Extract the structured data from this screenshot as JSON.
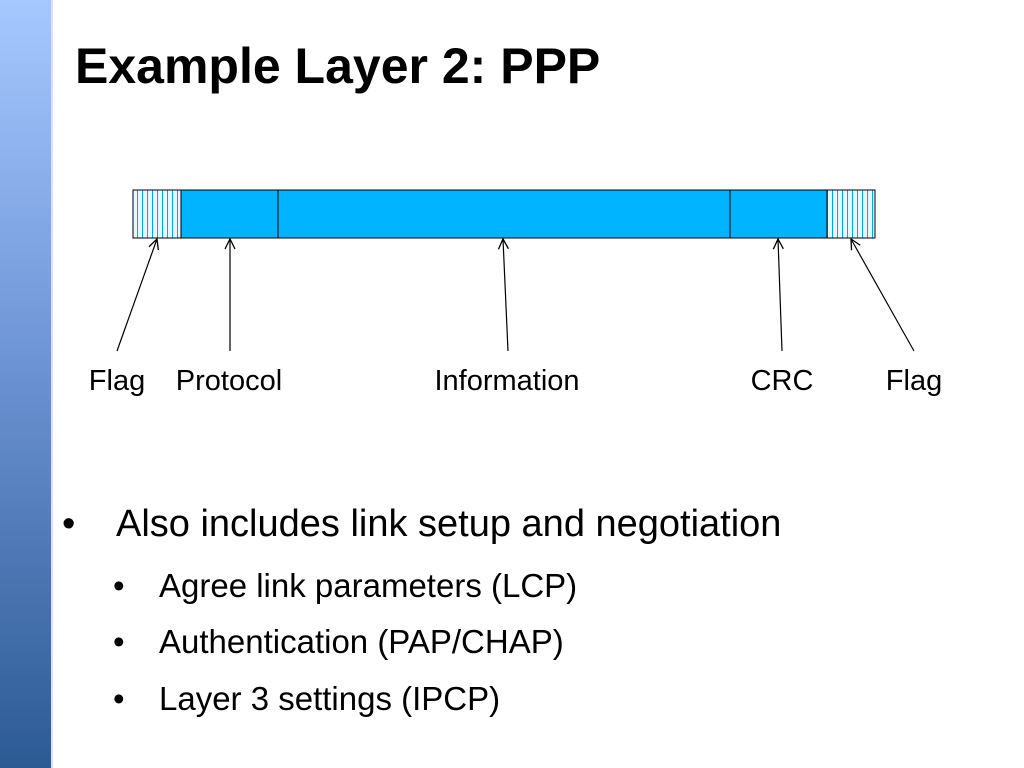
{
  "title": "Example Layer 2: PPP",
  "frame": {
    "fields": [
      {
        "name": "Flag",
        "pattern": "hatched"
      },
      {
        "name": "Protocol",
        "pattern": "solid"
      },
      {
        "name": "Information",
        "pattern": "solid"
      },
      {
        "name": "CRC",
        "pattern": "solid"
      },
      {
        "name": "Flag",
        "pattern": "hatched"
      }
    ],
    "colors": {
      "field_fill": "#00b4ff",
      "hatch_fill": "#e6f7ff",
      "hatch_lines": "#00a8e8",
      "outline": "#000000"
    }
  },
  "bullets": [
    {
      "text": "Also includes link setup and negotiation",
      "children": [
        {
          "text": "Agree link parameters (LCP)"
        },
        {
          "text": "Authentication (PAP/CHAP)"
        },
        {
          "text": "Layer 3 settings (IPCP)"
        }
      ]
    }
  ],
  "bullet_symbol": "•",
  "colors": {
    "sidebar_top": "#a6c8ff",
    "sidebar_bottom": "#2c5a93"
  }
}
